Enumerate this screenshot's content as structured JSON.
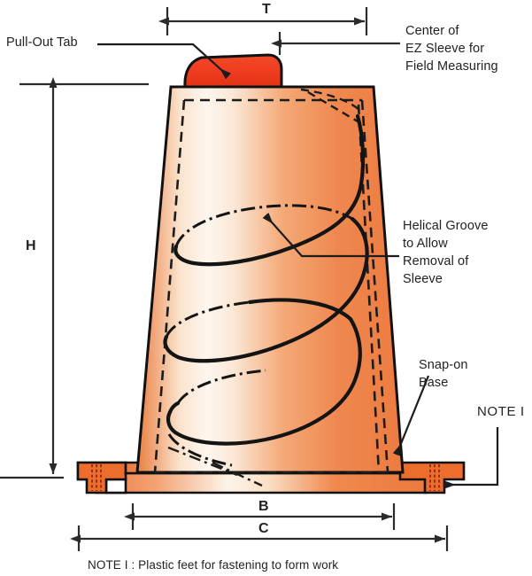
{
  "diagram": {
    "title": "EZ Sleeve concrete cone technical drawing",
    "colors": {
      "tab_fill": "#ef3b1f",
      "cone_edge_orange": "#ef7f43",
      "cone_light": "#fdf3e8",
      "outline": "#111111",
      "dim_line": "#2b2b2b",
      "text": "#222222"
    },
    "labels": {
      "pull_out_tab": "Pull-Out Tab",
      "center_line1": "Center of",
      "center_line2": "EZ Sleeve for",
      "center_line3": "Field Measuring",
      "helical_line1": "Helical Groove",
      "helical_line2": "to Allow",
      "helical_line3": "Removal of",
      "helical_line4": "Sleeve",
      "snap_line1": "Snap-on",
      "snap_line2": "Base",
      "note_ref": "NOTE I"
    },
    "dimensions": {
      "t": "T",
      "h": "H",
      "b": "B",
      "c": "C"
    },
    "footnote": "NOTE I : Plastic feet for fastening to form work"
  }
}
